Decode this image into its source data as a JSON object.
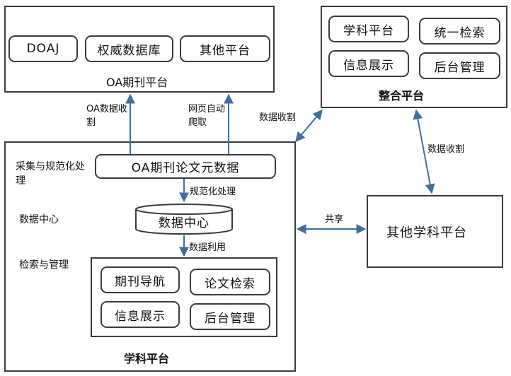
{
  "oa_platform": {
    "title": "OA期刊平台",
    "items": [
      "DOAJ",
      "权威数据库",
      "其他平台"
    ]
  },
  "integration_platform": {
    "title": "整合平台",
    "items": [
      "学科平台",
      "统一检索",
      "信息展示",
      "后台管理"
    ]
  },
  "subject_platform": {
    "title": "学科平台",
    "oa_data": "OA期刊论文元数据",
    "data_center": "数据中心",
    "items": [
      "期刊导航",
      "论文检索",
      "信息展示",
      "后台管理"
    ]
  },
  "other_platform": {
    "title": "其他学科平台"
  },
  "side_labels": {
    "collect": "采集与规范化处理",
    "data_center": "数据中心",
    "retrieval": "检索与管理"
  },
  "edge_labels": {
    "oa_collect": "OA数据收割",
    "web_crawl": "网页自动爬取",
    "normalize": "规范化处理",
    "data_use": "数据利用",
    "harvest_top": "数据收割",
    "harvest_right": "数据收割",
    "share": "共享"
  }
}
